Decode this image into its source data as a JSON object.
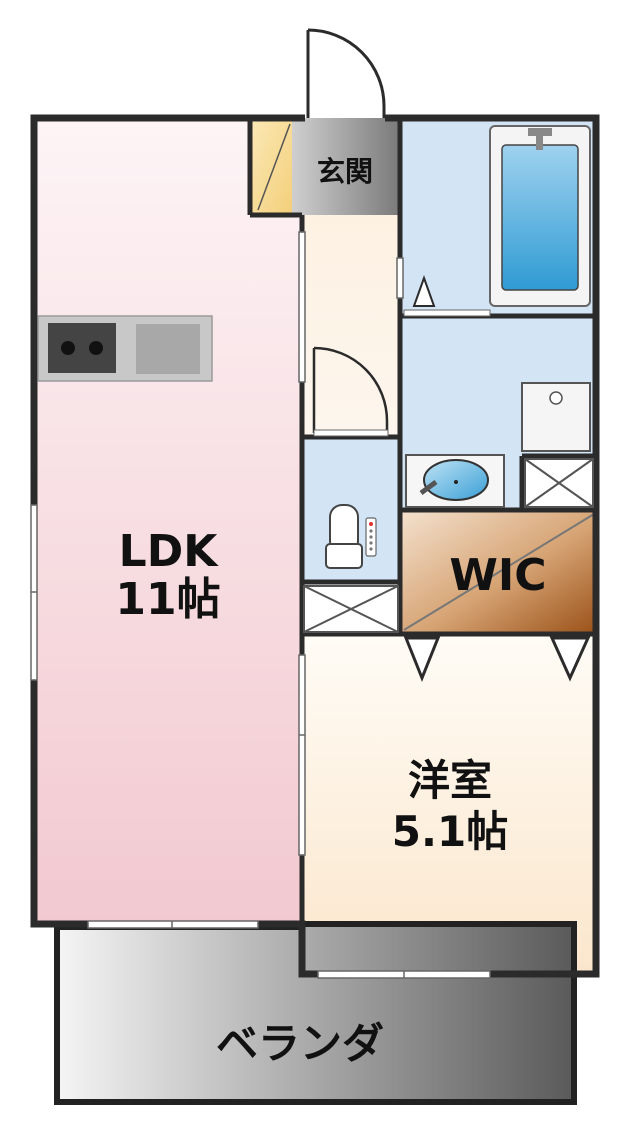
{
  "rooms": {
    "ldk": {
      "name": "LDK",
      "size": "11帖"
    },
    "western": {
      "name": "洋室",
      "size": "5.1帖"
    },
    "wic": {
      "name": "WIC"
    },
    "entrance": {
      "name": "玄関"
    },
    "veranda": {
      "name": "ベランダ"
    }
  },
  "colors": {
    "wall": "#2b2b2b",
    "ldk_top": "#fdf2f4",
    "ldk_bottom": "#f2c8cf",
    "western_top": "#fffbf4",
    "western_bottom": "#fbe7cf",
    "wet_area": "#d3e5f5",
    "wic_light": "#e8c9a8",
    "wic_dark": "#a05a1e",
    "veranda_light": "#f2f2f2",
    "veranda_dark": "#595959"
  }
}
